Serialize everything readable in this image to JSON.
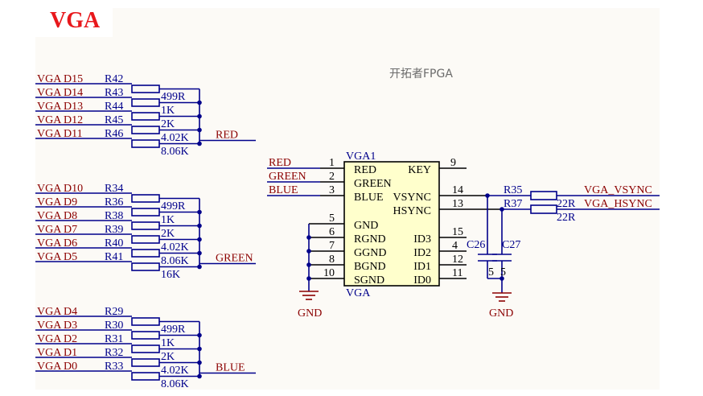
{
  "title": "VGA",
  "subtitle": "开拓者FPGA",
  "colors": {
    "background": "#fcfaf6",
    "title": "#e8181c",
    "net_label": "#8b0000",
    "wire": "#00008b",
    "pin_text": "#000000"
  },
  "resistor_groups": [
    {
      "output_net": "RED",
      "rows": [
        {
          "signal": "VGA_D15",
          "ref": "R42",
          "value": "499R"
        },
        {
          "signal": "VGA_D14",
          "ref": "R43",
          "value": "1K"
        },
        {
          "signal": "VGA_D13",
          "ref": "R44",
          "value": "2K"
        },
        {
          "signal": "VGA_D12",
          "ref": "R45",
          "value": "4.02K"
        },
        {
          "signal": "VGA_D11",
          "ref": "R46",
          "value": "8.06K"
        }
      ]
    },
    {
      "output_net": "GREEN",
      "rows": [
        {
          "signal": "VGA_D10",
          "ref": "R34",
          "value": "499R"
        },
        {
          "signal": "VGA_D9",
          "ref": "R36",
          "value": "1K"
        },
        {
          "signal": "VGA_D8",
          "ref": "R38",
          "value": "2K"
        },
        {
          "signal": "VGA_D7",
          "ref": "R39",
          "value": "4.02K"
        },
        {
          "signal": "VGA_D6",
          "ref": "R40",
          "value": "8.06K"
        },
        {
          "signal": "VGA_D5",
          "ref": "R41",
          "value": "16K"
        }
      ]
    },
    {
      "output_net": "BLUE",
      "rows": [
        {
          "signal": "VGA_D4",
          "ref": "R29",
          "value": "499R"
        },
        {
          "signal": "VGA_D3",
          "ref": "R30",
          "value": "1K"
        },
        {
          "signal": "VGA_D2",
          "ref": "R31",
          "value": "2K"
        },
        {
          "signal": "VGA_D1",
          "ref": "R32",
          "value": "4.02K"
        },
        {
          "signal": "VGA_D0",
          "ref": "R33",
          "value": "8.06K"
        }
      ]
    }
  ],
  "connector": {
    "ref": "VGA1",
    "value": "VGA",
    "input_nets": [
      "RED",
      "GREEN",
      "BLUE"
    ],
    "left_pins": [
      {
        "num": "1",
        "name": "RED"
      },
      {
        "num": "2",
        "name": "GREEN"
      },
      {
        "num": "3",
        "name": "BLUE"
      },
      {
        "num": "5",
        "name": "GND"
      },
      {
        "num": "6",
        "name": "RGND"
      },
      {
        "num": "7",
        "name": "GGND"
      },
      {
        "num": "8",
        "name": "BGND"
      },
      {
        "num": "10",
        "name": "SGND"
      }
    ],
    "right_pins": [
      {
        "num": "9",
        "name": "KEY"
      },
      {
        "num": "14",
        "name": "VSYNC"
      },
      {
        "num": "13",
        "name": "HSYNC"
      },
      {
        "num": "15",
        "name": "ID3"
      },
      {
        "num": "4",
        "name": "ID2"
      },
      {
        "num": "12",
        "name": "ID1"
      },
      {
        "num": "11",
        "name": "ID0"
      }
    ]
  },
  "sync": [
    {
      "ref": "R35",
      "value": "22R",
      "net": "VGA_VSYNC"
    },
    {
      "ref": "R37",
      "value": "22R",
      "net": "VGA_HSYNC"
    }
  ],
  "capacitors": [
    {
      "ref": "C26",
      "pin": "5"
    },
    {
      "ref": "C27",
      "pin": "5"
    }
  ],
  "gnd_label": "GND"
}
